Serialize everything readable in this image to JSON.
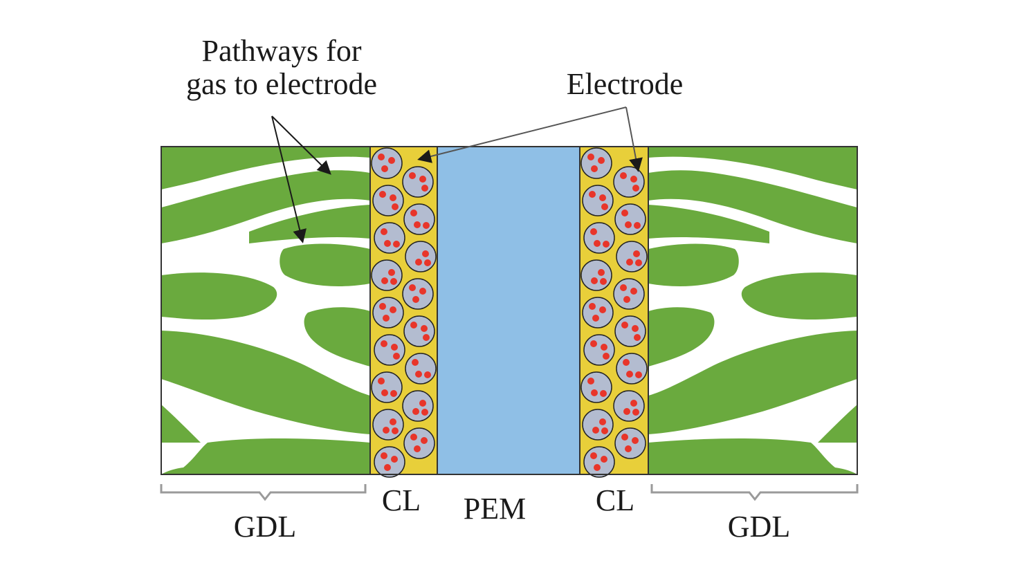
{
  "labels": {
    "pathways_line1": "Pathways for",
    "pathways_line2": "gas to electrode",
    "electrode": "Electrode",
    "gdl_left": "GDL",
    "cl_left": "CL",
    "pem": "PEM",
    "cl_right": "CL",
    "gdl_right": "GDL"
  },
  "colors": {
    "gdl_fiber": "#6aaa3e",
    "gdl_pore": "#ffffff",
    "cl_binder": "#e8cf3a",
    "cl_particle": "#b3bcd0",
    "catalyst": "#e8352a",
    "pem": "#8fbfe6",
    "outline": "#222222",
    "brace": "#9a9a9a"
  }
}
